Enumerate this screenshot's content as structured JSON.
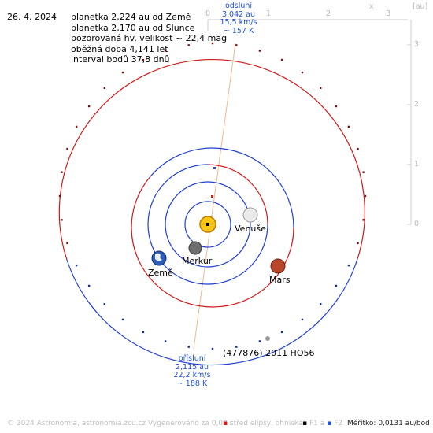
{
  "date": "26. 4. 2024",
  "info_lines": [
    "planetka 2,224 au od Země",
    "planetka 2,170 au od Slunce",
    "pozorovaná hv. velikost ~ 22,4 mag",
    "oběžná doba 4,141 let",
    "interval bodů 37,8 dnů"
  ],
  "aphelion": [
    "odsluní",
    "3,042 au",
    "15,5 km/s",
    "~ 157 K"
  ],
  "perihelion": [
    "přísluní",
    "2,115 au",
    "22,2 km/s",
    "~ 188 K"
  ],
  "asteroid_label": "(477876) 2011 HO56",
  "planets": {
    "venus": "Venuše",
    "mercury": "Merkur",
    "earth": "Země",
    "mars": "Mars"
  },
  "axis_top": [
    "0",
    "1",
    "2",
    "3"
  ],
  "axis_right": [
    "3",
    "2",
    "1",
    "0"
  ],
  "axis_unit": "[au]",
  "axis_x_label": "x",
  "footer": {
    "copyright": "© 2024 Astronomia, astronomia.zcu.cz",
    "generated": "Vygenerováno za 0,09 s",
    "legend_center": "střed elipsy, ohniska",
    "legend_f1": "F1 a",
    "legend_f2": "F2",
    "scale": "Měřítko: 0,0131 au/bod"
  },
  "colors": {
    "earth_side_orbit": "#1f3fd0",
    "sun_side_orbit": "#d01a1a",
    "apsis_line": "#f0b890",
    "axis": "#cfcfcf"
  }
}
